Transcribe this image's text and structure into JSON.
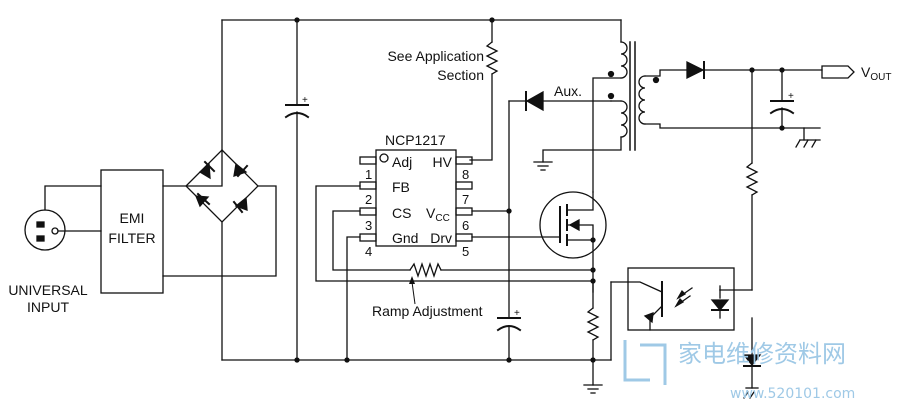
{
  "labels": {
    "ic_name": "NCP1217",
    "see_app": "See Application",
    "section": "Section",
    "aux": "Aux.",
    "vout_main": "V",
    "vout_sub": "OUT",
    "emi_line1": "EMI",
    "emi_line2": "FILTER",
    "universal": "UNIVERSAL",
    "input": "INPUT",
    "ramp": "Ramp Adjustment",
    "cap_plus": "+"
  },
  "pins": [
    {
      "num": "1",
      "name": "Adj",
      "sub": ""
    },
    {
      "num": "2",
      "name": "FB",
      "sub": ""
    },
    {
      "num": "3",
      "name": "CS",
      "sub": ""
    },
    {
      "num": "4",
      "name": "Gnd",
      "sub": ""
    },
    {
      "num": "8",
      "name": "HV",
      "sub": ""
    },
    {
      "num": "7",
      "name": "",
      "sub": ""
    },
    {
      "num": "6",
      "name": "V",
      "sub": "CC"
    },
    {
      "num": "5",
      "name": "Drv",
      "sub": ""
    }
  ],
  "watermark": {
    "chinese": "家电维修资料网",
    "url": "www.520101.com"
  },
  "colors": {
    "line": "#111111",
    "watermark": "#9fc9e6"
  }
}
